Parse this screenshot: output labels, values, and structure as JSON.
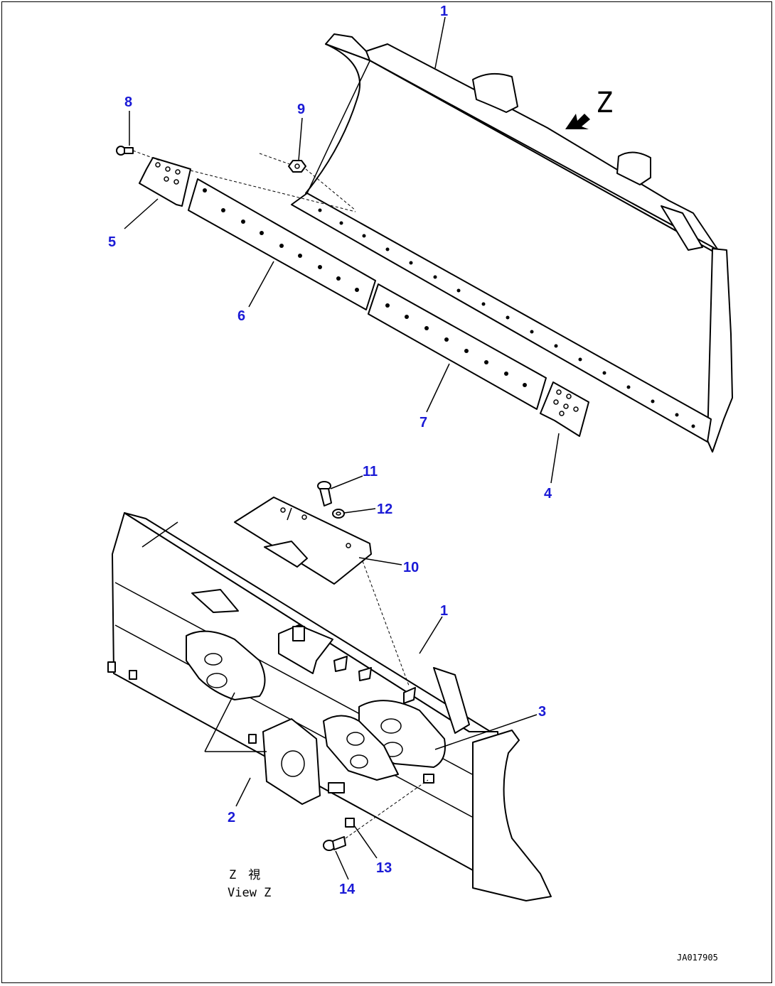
{
  "diagram": {
    "view_arrow_label": "Z",
    "view_caption_jp": "Z　視",
    "view_caption_en": "View Z",
    "drawing_code": "JA017905",
    "callouts": [
      {
        "id": "c1a",
        "text": "1"
      },
      {
        "id": "c8",
        "text": "8"
      },
      {
        "id": "c9",
        "text": "9"
      },
      {
        "id": "c5",
        "text": "5"
      },
      {
        "id": "c6",
        "text": "6"
      },
      {
        "id": "c7",
        "text": "7"
      },
      {
        "id": "c4",
        "text": "4"
      },
      {
        "id": "c11",
        "text": "11"
      },
      {
        "id": "c12",
        "text": "12"
      },
      {
        "id": "c10",
        "text": "10"
      },
      {
        "id": "c1b",
        "text": "1"
      },
      {
        "id": "c3",
        "text": "3"
      },
      {
        "id": "c2",
        "text": "2"
      },
      {
        "id": "c13",
        "text": "13"
      },
      {
        "id": "c14",
        "text": "14"
      }
    ]
  }
}
